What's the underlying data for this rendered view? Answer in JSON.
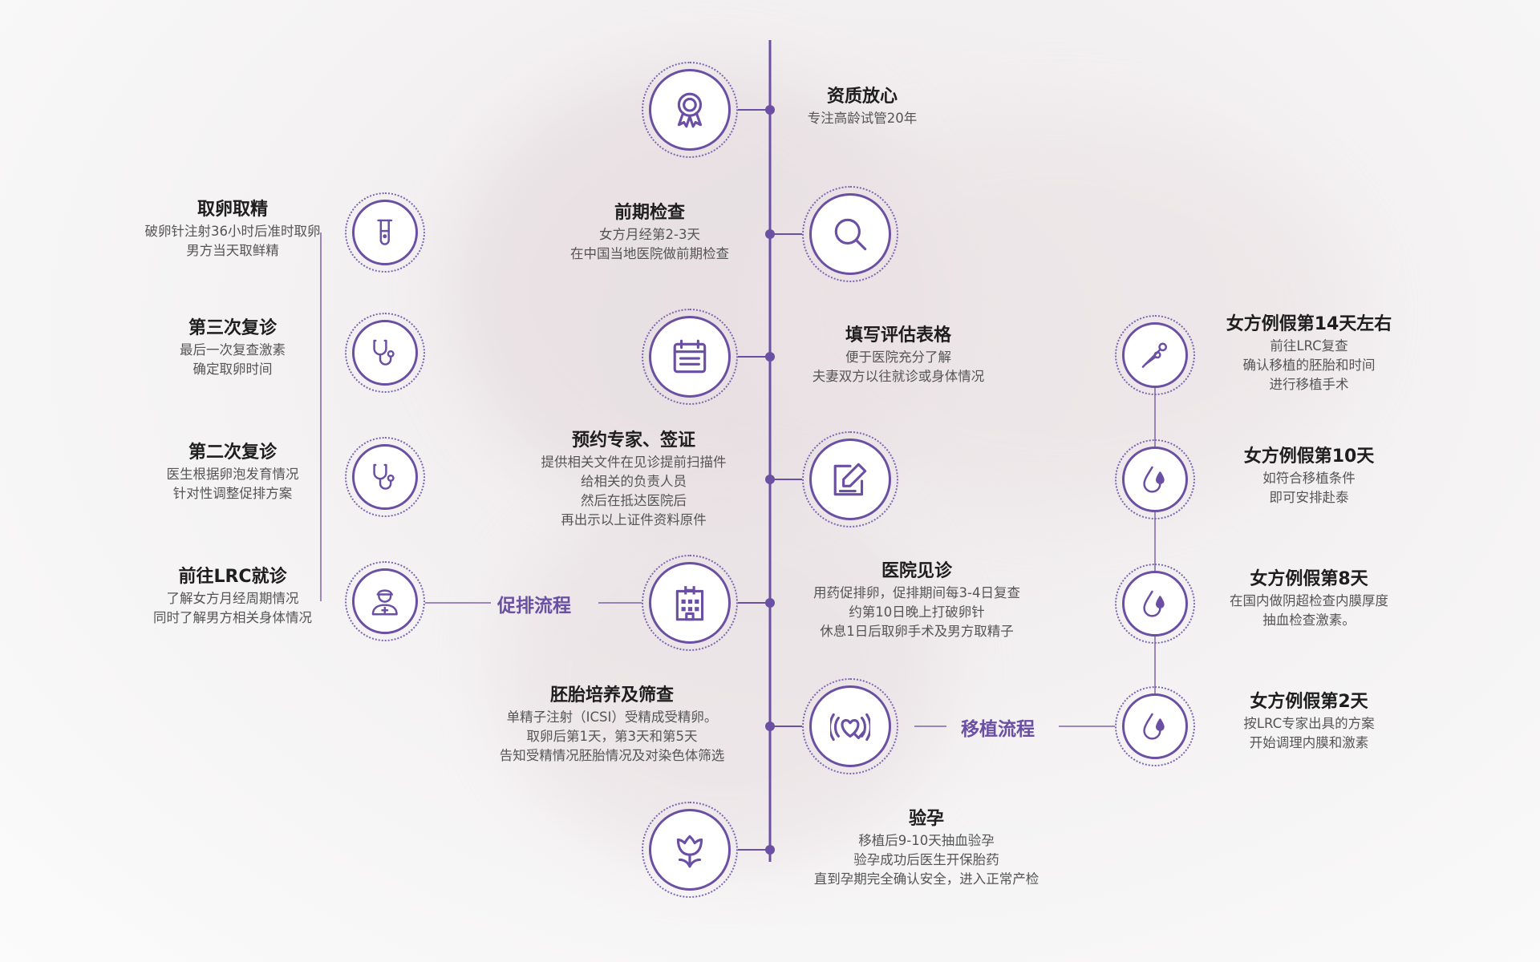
{
  "center_steps": [
    {
      "title": "资质放心",
      "lines": [
        "专注高龄试管20年"
      ],
      "icon": "award-icon"
    },
    {
      "title": "前期检查",
      "lines": [
        "女方月经第2-3天",
        "在中国当地医院做前期检查"
      ],
      "icon": "search-icon"
    },
    {
      "title": "填写评估表格",
      "lines": [
        "便于医院充分了解",
        "夫妻双方以往就诊或身体情况"
      ],
      "icon": "calendar-icon"
    },
    {
      "title": "预约专家、签证",
      "lines": [
        "提供相关文件在见诊提前扫描件",
        "给相关的负责人员",
        "然后在抵达医院后",
        "再出示以上证件资料原件"
      ],
      "icon": "edit-icon"
    },
    {
      "title": "医院见诊",
      "lines": [
        "用药促排卵，促排期间每3-4日复查",
        "约第10日晚上打破卵针",
        "休息1日后取卵手术及男方取精子"
      ],
      "icon": "hospital-icon"
    },
    {
      "title": "胚胎培养及筛查",
      "lines": [
        "单精子注射（ICSI）受精成受精卵。",
        "取卵后第1天，第3天和第5天",
        "告知受精情况胚胎情况及对染色体筛选"
      ],
      "icon": "heart-signal-icon"
    },
    {
      "title": "验孕",
      "lines": [
        "移植后9-10天抽血验孕",
        "验孕成功后医生开保胎药",
        "直到孕期完全确认安全，进入正常产检"
      ],
      "icon": "tulip-icon"
    }
  ],
  "left_steps": [
    {
      "title": "取卵取精",
      "lines": [
        "破卵针注射36小时后准时取卵",
        "男方当天取鲜精"
      ],
      "icon": "test-tube-icon"
    },
    {
      "title": "第三次复诊",
      "lines": [
        "最后一次复查激素",
        "确定取卵时间"
      ],
      "icon": "stethoscope-icon"
    },
    {
      "title": "第二次复诊",
      "lines": [
        "医生根据卵泡发育情况",
        "针对性调整促排方案"
      ],
      "icon": "stethoscope-icon"
    },
    {
      "title": "前往LRC就诊",
      "lines": [
        "了解女方月经周期情况",
        "同时了解男方相关身体情况"
      ],
      "icon": "nurse-icon"
    }
  ],
  "right_steps": [
    {
      "title": "女方例假第14天左右",
      "lines": [
        "前往LRC复查",
        "确认移植的胚胎和时间",
        "进行移植手术"
      ],
      "icon": "scissors-icon"
    },
    {
      "title": "女方例假第10天",
      "lines": [
        "如符合移植条件",
        "即可安排赴泰"
      ],
      "icon": "drop-icon"
    },
    {
      "title": "女方例假第8天",
      "lines": [
        "在国内做阴超检查内膜厚度",
        "抽血检查激素。"
      ],
      "icon": "drop-icon"
    },
    {
      "title": "女方例假第2天",
      "lines": [
        "按LRC专家出具的方案",
        "开始调理内膜和激素"
      ],
      "icon": "drop-icon"
    }
  ],
  "flow_labels": {
    "stimulation": "促排流程",
    "transfer": "移植流程"
  },
  "colors": {
    "accent": "#6a4fa3",
    "line": "#6a4fa3",
    "title": "#1e1e1e",
    "body": "#555555"
  }
}
